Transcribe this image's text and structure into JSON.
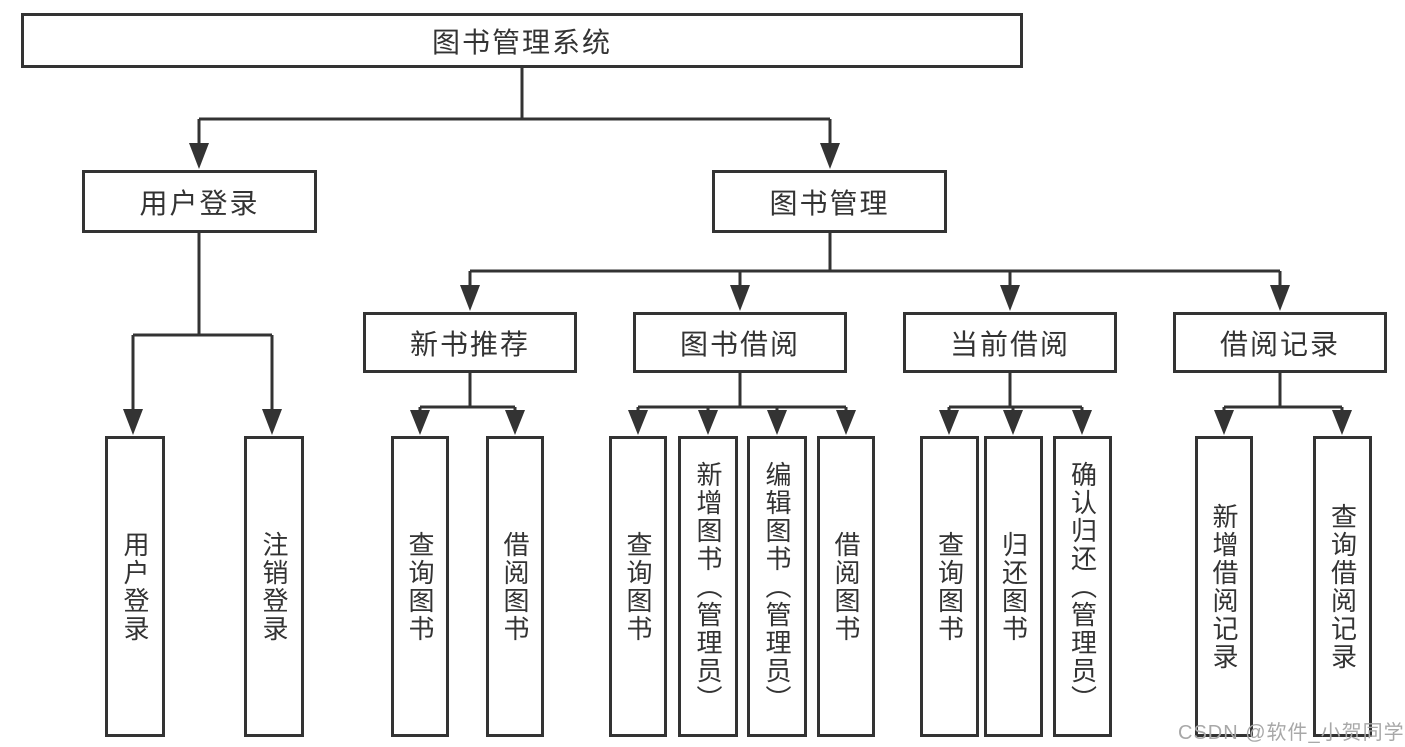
{
  "diagram_type": "hierarchy-tree",
  "colors": {
    "line": "#333333",
    "box_border": "#333333",
    "box_fill": "#ffffff",
    "text": "#333333",
    "watermark_text": "#a8a8a8",
    "background": "#ffffff"
  },
  "tree": {
    "label": "图书管理系统",
    "children": [
      {
        "label": "用户登录",
        "children": [
          {
            "label": "用户登录"
          },
          {
            "label": "注销登录"
          }
        ]
      },
      {
        "label": "图书管理",
        "children": [
          {
            "label": "新书推荐",
            "children": [
              {
                "label": "查询图书"
              },
              {
                "label": "借阅图书"
              }
            ]
          },
          {
            "label": "图书借阅",
            "children": [
              {
                "label": "查询图书"
              },
              {
                "label": "新增图书（管理员）"
              },
              {
                "label": "编辑图书（管理员）"
              },
              {
                "label": "借阅图书"
              }
            ]
          },
          {
            "label": "当前借阅",
            "children": [
              {
                "label": "查询图书"
              },
              {
                "label": "归还图书"
              },
              {
                "label": "确认归还（管理员）"
              }
            ]
          },
          {
            "label": "借阅记录",
            "children": [
              {
                "label": "新增借阅记录"
              },
              {
                "label": "查询借阅记录"
              }
            ]
          }
        ]
      }
    ]
  },
  "watermark": {
    "text": "CSDN @软件_小贺同学"
  }
}
